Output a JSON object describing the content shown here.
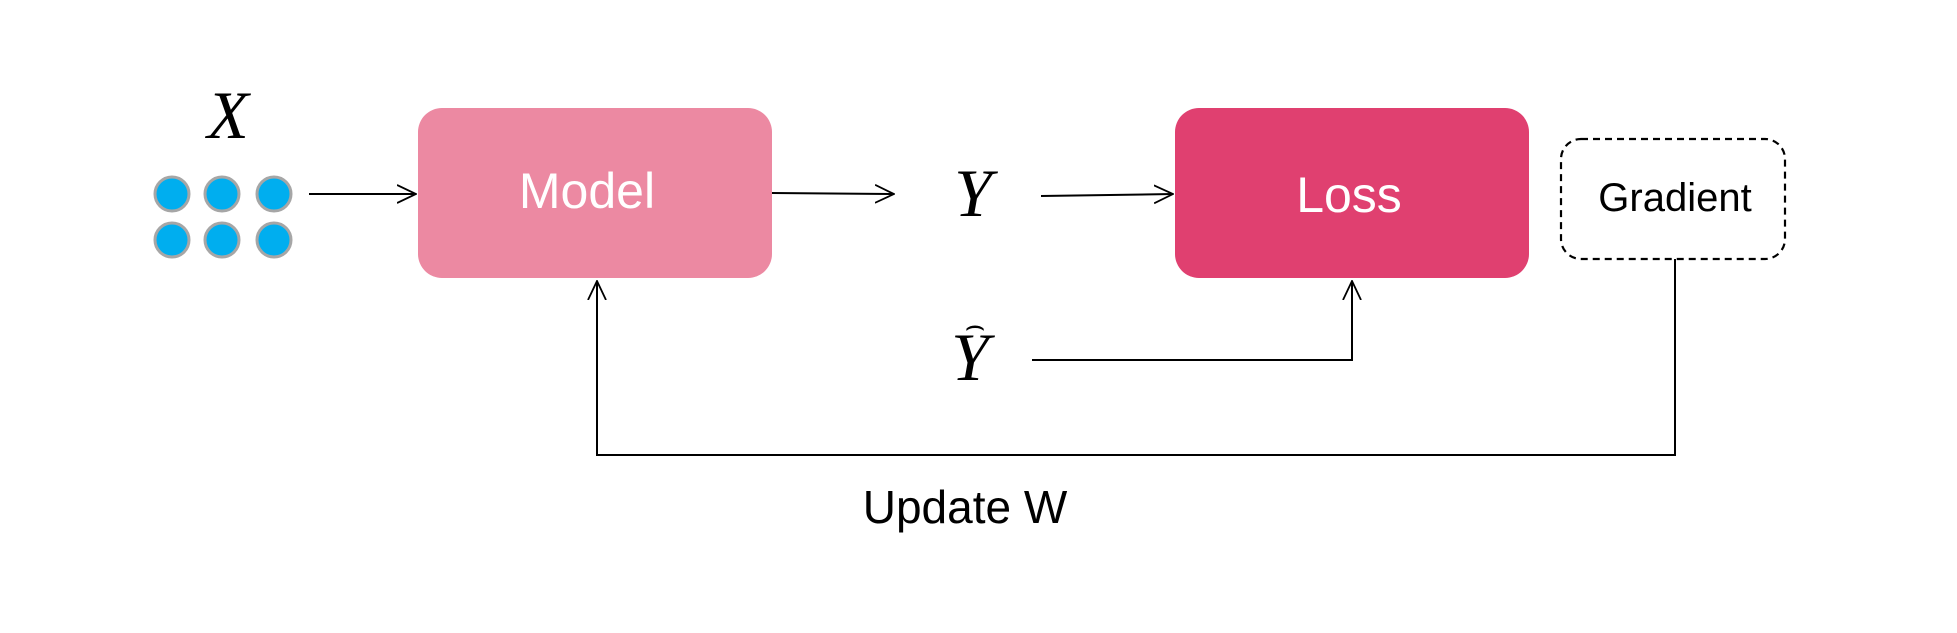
{
  "input": {
    "symbol": "X",
    "node_color": "#00AEEF",
    "node_outline": "#A6A6A6"
  },
  "model": {
    "label": "Model",
    "color": "#EC89A2",
    "text_color": "#FFFFFF"
  },
  "prediction": {
    "symbol": "Y"
  },
  "target": {
    "symbol": "Y",
    "accent": "⌢"
  },
  "loss": {
    "label": "Loss",
    "color": "#E04070",
    "text_color": "#FFFFFF"
  },
  "gradient": {
    "label": "Gradient",
    "border_style": "dashed"
  },
  "feedback": {
    "label": "Update W"
  },
  "line_color": "#000000"
}
